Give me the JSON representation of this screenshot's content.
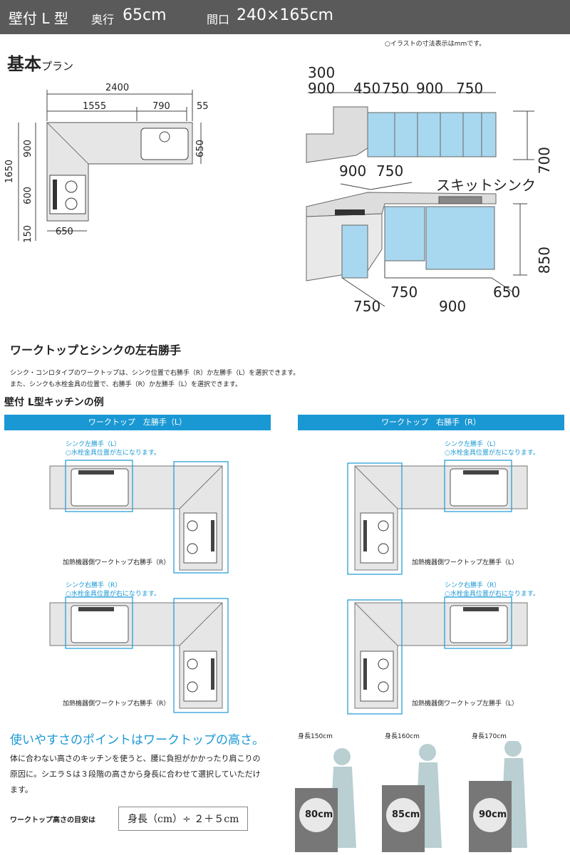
{
  "header": {
    "type": "壁付 L 型",
    "depth_label": "奥行",
    "depth_value": "65cm",
    "frontage_label": "間口",
    "frontage_value": "240×165cm"
  },
  "note_mm": "○イラストの寸法表示はmmです。",
  "plan": {
    "title_main": "基本",
    "title_sub": "プラン",
    "top_total": "2400",
    "top_1": "1555",
    "top_2": "790",
    "top_3": "55",
    "right_side": "650",
    "left_total": "1650",
    "left_1": "900",
    "left_2": "600",
    "left_3": "150",
    "bottom": "650"
  },
  "iso": {
    "top_a": "300",
    "top_row": [
      "900",
      "450",
      "750",
      "900",
      "750"
    ],
    "wall_height": "700",
    "mid_row": [
      "900",
      "750"
    ],
    "sink_label": "スキットシンク",
    "base_height": "850",
    "bottom_a": "750",
    "bottom_b": "750",
    "bottom_c": "900",
    "bottom_d": "650"
  },
  "section": {
    "title": "ワークトップとシンクの左右勝手",
    "desc1": "シンク・コンロタイプのワークトップは、シンク位置で右勝手（R）か左勝手（L）を選択できます。",
    "desc2": "また、シンクも水栓金具の位置で、右勝手（R）か左勝手（L）を選択できます。",
    "example_title": "壁付 L型キッチンの例",
    "bar_left": "ワークトップ　左勝手（L）",
    "bar_right": "ワークトップ　右勝手（R）",
    "sink_left": "シンク左勝手（L）",
    "sink_right": "シンク右勝手（R）",
    "faucet_left": "○水栓金具位置が左になります。",
    "faucet_right": "○水栓金具位置が右になります。",
    "heat_right": "加熱機器側ワークトップ右勝手（R）",
    "heat_left": "加熱機器側ワークトップ左勝手（L）"
  },
  "height": {
    "title": "使いやすさのポイントはワークトップの高さ。",
    "body1": "体に合わない高さのキッチンを使うと、腰に負担がかかったり肩こりの",
    "body2": "原因に。シエラＳは３段階の高さから身長に合わせて選択していただけ",
    "body3": "ます。",
    "guide_label": "ワークトップ高さの目安は",
    "formula": "身長（cm）÷ ２＋５cm",
    "people": [
      {
        "height": "身長150cm",
        "counter": "80cm"
      },
      {
        "height": "身長160cm",
        "counter": "85cm"
      },
      {
        "height": "身長170cm",
        "counter": "90cm"
      }
    ]
  }
}
